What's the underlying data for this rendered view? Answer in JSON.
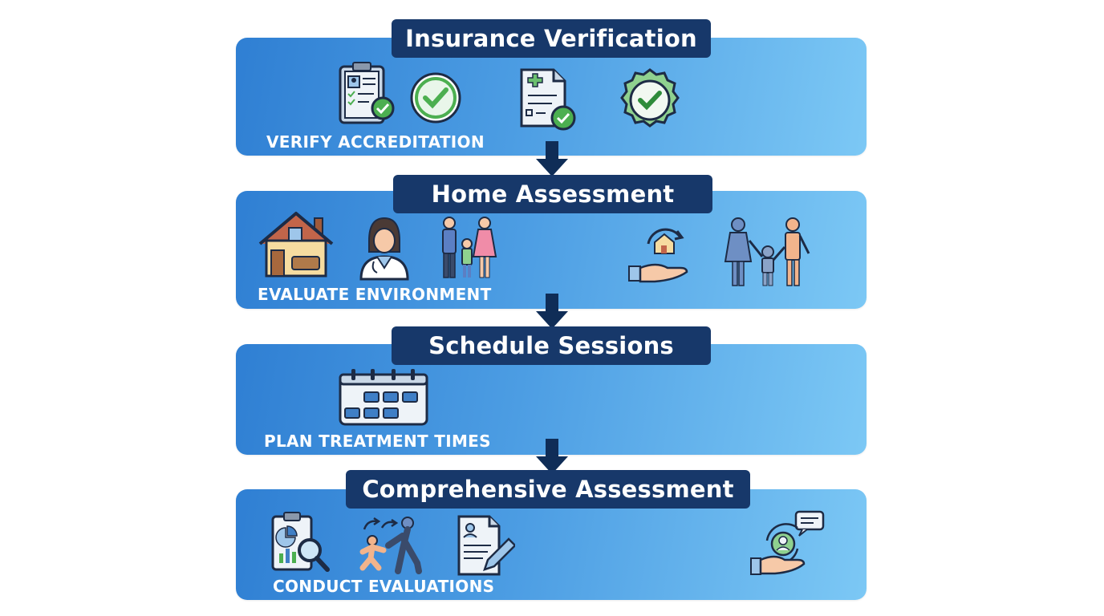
{
  "steps": [
    {
      "title": "Insurance Verification",
      "caption": "VERIFY ACCREDITATION",
      "icons": [
        "clipboard-check-icon",
        "check-circle-icon",
        "medical-document-check-icon",
        "approval-badge-icon"
      ]
    },
    {
      "title": "Home Assessment",
      "caption": "EVALUATE ENVIRONMENT",
      "icons": [
        "house-icon",
        "doctor-icon",
        "family-icon",
        "home-in-hand-icon",
        "family-walking-icon"
      ]
    },
    {
      "title": "Schedule Sessions",
      "caption": "PLAN TREATMENT TIMES",
      "icons": [
        "calendar-icon"
      ]
    },
    {
      "title": "Comprehensive Assessment",
      "caption": "CONDUCT EVALUATIONS",
      "icons": [
        "report-magnifier-icon",
        "child-therapy-icon",
        "document-sign-icon",
        "client-care-icon"
      ]
    }
  ],
  "colors": {
    "panel_start": "#2f7fd3",
    "panel_end": "#7cc8f5",
    "title_bar": "#17386a",
    "arrow": "#0f2d57",
    "check_green": "#4caf50"
  }
}
